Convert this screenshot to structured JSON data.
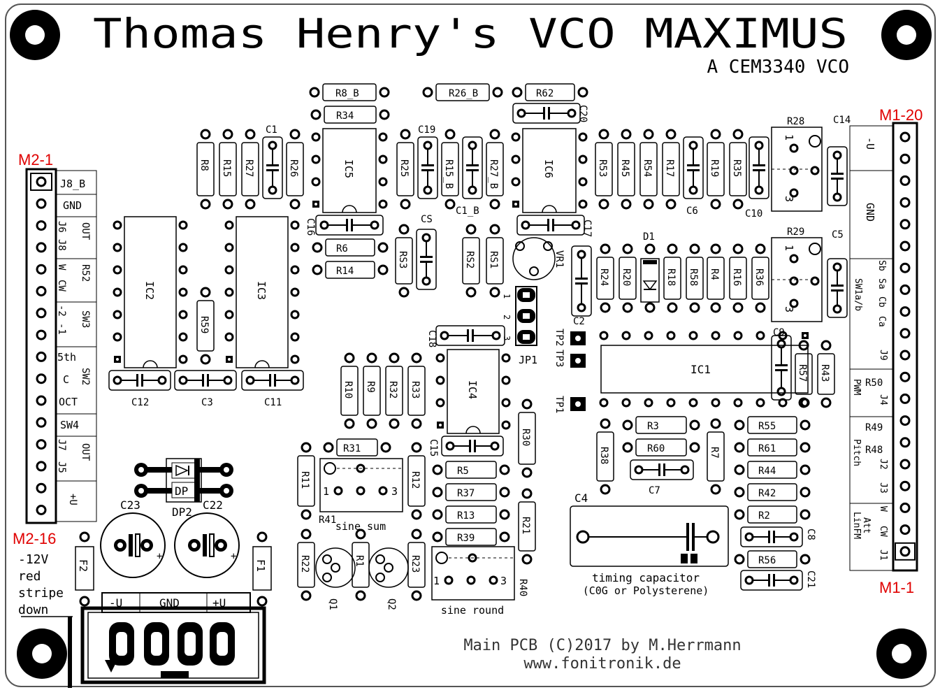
{
  "header": {
    "title": "Thomas Henry's VCO MAXIMUS",
    "subtitle": "A CEM3340 VCO"
  },
  "footer": {
    "credit": "Main PCB (C)2017 by M.Herrmann",
    "url": "www.fonitronik.de"
  },
  "connectors": {
    "m2_top": "M2-1",
    "m2_bottom": "M2-16",
    "m1_top": "M1-20",
    "m1_bottom": "M1-1",
    "accent_color": "#e00000"
  },
  "left_header_labels": [
    "J8_B",
    "GND",
    "OUT",
    "J6",
    "J8",
    "W",
    "R52",
    "CW",
    "-2",
    "-1",
    "SW3",
    "5th",
    "SW2",
    "C",
    "OCT",
    "SW4",
    "OUT",
    "J7",
    "J5",
    "+U"
  ],
  "right_header_labels": [
    "-U",
    "GND",
    "Sb",
    "Sa",
    "Cb",
    "Ca",
    "SW1a/b",
    "J9",
    "PWM",
    "R50",
    "J4",
    "R49",
    "Pitch",
    "R48",
    "J2",
    "J3",
    "Att",
    "LinFM",
    "W",
    "CW",
    "J1"
  ],
  "resistors": [
    "R8_B",
    "R26_B",
    "R62",
    "R34",
    "R8",
    "R15",
    "R27",
    "R26",
    "R25",
    "R15_B",
    "R27_B",
    "R53",
    "R45",
    "R54",
    "R17",
    "R19",
    "R35",
    "R6",
    "R14",
    "RS3",
    "RS2",
    "RS1",
    "R24",
    "R20",
    "R18",
    "R58",
    "R4",
    "R16",
    "R36",
    "R59",
    "R10",
    "R9",
    "R32",
    "R33",
    "R31",
    "R11",
    "R12",
    "R5",
    "R37",
    "R13",
    "R39",
    "R30",
    "R21",
    "R3",
    "R60",
    "R38",
    "R7",
    "R55",
    "R61",
    "R44",
    "R42",
    "R2",
    "R56",
    "R57",
    "R43",
    "R22",
    "R1",
    "R23"
  ],
  "capacitors": [
    "C1",
    "C19",
    "C20",
    "C14",
    "C6",
    "C10",
    "C16",
    "C17",
    "C5",
    "CS",
    "C1_B",
    "C2",
    "C9",
    "C18",
    "C15",
    "C12",
    "C3",
    "C11",
    "C7",
    "C4",
    "C8",
    "C21",
    "C23",
    "C22"
  ],
  "ics": [
    "IC1",
    "IC2",
    "IC3",
    "IC4",
    "IC5",
    "IC6"
  ],
  "trimmers": [
    "R28",
    "R29",
    "R41",
    "R40"
  ],
  "misc_parts": [
    "D1",
    "DP",
    "DP2",
    "VR1",
    "JP1",
    "TP1",
    "TP2",
    "TP3",
    "Q1",
    "Q2",
    "F1",
    "F2"
  ],
  "jp1_pins": [
    "1",
    "2",
    "3"
  ],
  "trimmer_pins": [
    "1",
    "3"
  ],
  "annotations": {
    "sine_sum": "sine sum",
    "sine_round": "sine round",
    "timing": "timing capacitor",
    "timing_note": "(C0G or Polysterene)",
    "cable_note": [
      "-12V",
      "red",
      "stripe",
      "down"
    ]
  },
  "power_connector": {
    "labels": [
      "-U",
      "GND",
      "+U"
    ]
  }
}
